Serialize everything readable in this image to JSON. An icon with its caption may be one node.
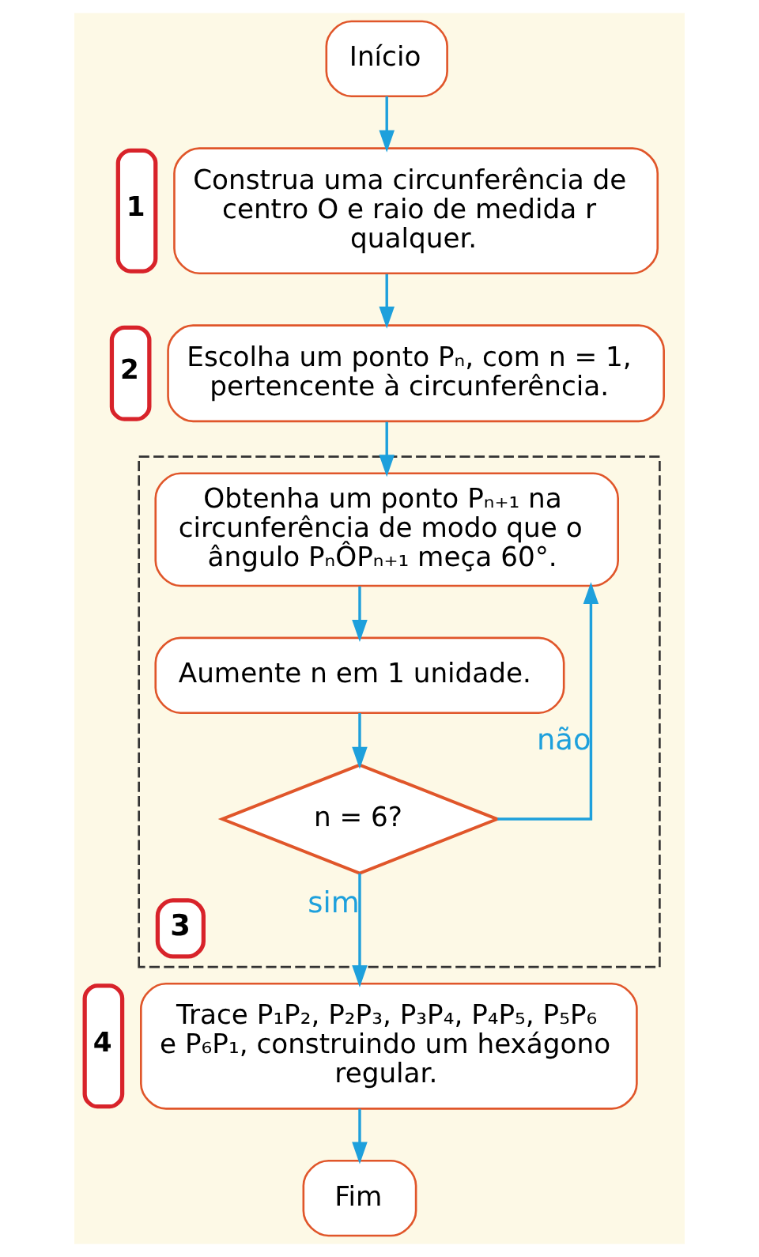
{
  "diagram": {
    "nodes": [
      {
        "text": [
          "Início"
        ]
      },
      {
        "text": [
          "Construa uma circunferência de centro O e raio de medida r qualquer."
        ],
        "beside": [
          "1"
        ]
      },
      {
        "text": [
          "Escolha um ponto Pₙ, com n = 1, pertencente à circunferência."
        ],
        "beside": [
          "2"
        ]
      },
      {
        "text": [],
        "shape": "box",
        "beside": [
          "3"
        ]
      },
      {
        "text": [
          "Obtenha um ponto Pₙ₊₁ na circunferência de modo que o ângulo PₙÔPₙ₊₁ meça 60°."
        ],
        "in": 3
      },
      {
        "text": [
          "Aumente n em 1 unidade."
        ],
        "in": 3
      },
      {
        "text": [
          "n = 6?"
        ],
        "in": 3
      },
      {
        "text": [
          "Trace P₁P₂, P₂P₃, P₃P₄, P₄P₅, P₅P₆ e P₆P₁, construindo um hexágono regular."
        ],
        "beside": [
          "4"
        ]
      },
      {
        "text": [
          "Fim"
        ]
      }
    ],
    "edges": [
      {
        "from": 0,
        "to": 1,
        "arrow": "to"
      },
      {
        "from": 1,
        "to": 2,
        "arrow": "to"
      },
      {
        "from": 2,
        "to": 4,
        "arrow": "to"
      },
      {
        "from": 4,
        "to": 5,
        "arrow": "to"
      },
      {
        "from": 5,
        "to": 6,
        "arrow": "to"
      },
      {
        "from": 6,
        "to": 4,
        "arrow": "to",
        "label": "não"
      },
      {
        "from": 6,
        "to": 7,
        "arrow": "to",
        "label": "sim"
      },
      {
        "from": 7,
        "to": 8,
        "arrow": "to"
      }
    ]
  }
}
